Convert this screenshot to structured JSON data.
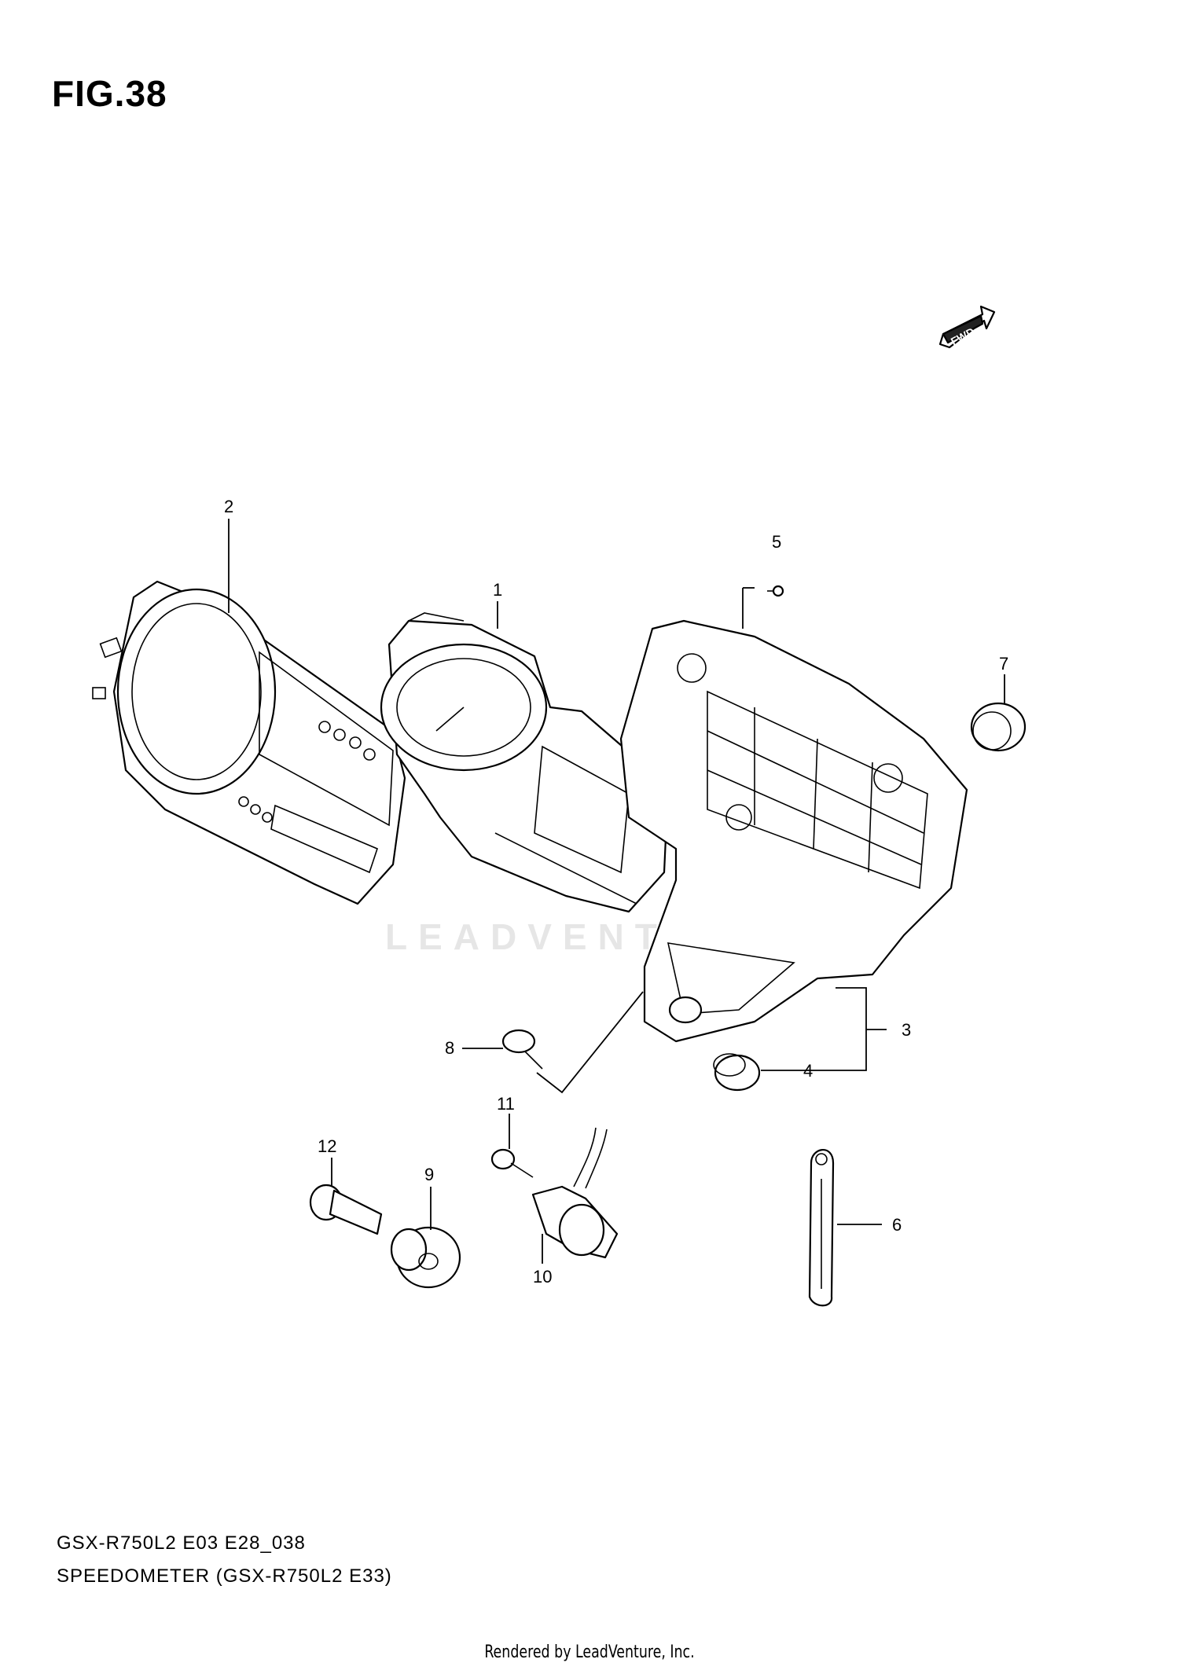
{
  "figure": {
    "title": "FIG.38"
  },
  "fwd_badge": {
    "label": "FWD"
  },
  "watermark": {
    "text": "LEADVENTURE"
  },
  "callouts": [
    "1",
    "2",
    "3",
    "4",
    "5",
    "6",
    "7",
    "8",
    "9",
    "10",
    "11",
    "12"
  ],
  "footer": {
    "model_code": "GSX-R750L2 E03 E28_038",
    "section_title": "SPEEDOMETER (GSX-R750L2 E33)",
    "rendered_by": "Rendered by LeadVenture, Inc."
  }
}
